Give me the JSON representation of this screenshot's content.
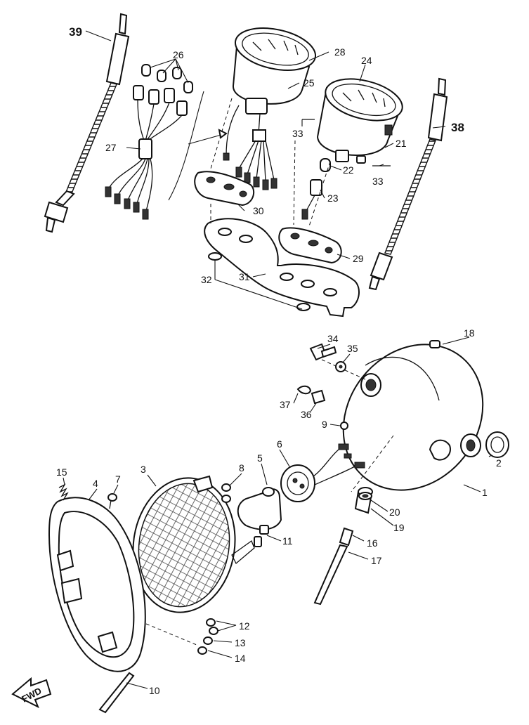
{
  "labels": {
    "p1": "1",
    "p2": "2",
    "p3": "3",
    "p4": "4",
    "p5": "5",
    "p6": "6",
    "p7": "7",
    "p8": "8",
    "p9": "9",
    "p10": "10",
    "p11": "11",
    "p12": "12",
    "p13": "13",
    "p14": "14",
    "p15": "15",
    "p16": "16",
    "p17": "17",
    "p18": "18",
    "p19": "19",
    "p20": "20",
    "p21": "21",
    "p22": "22",
    "p23": "23",
    "p24": "24",
    "p25": "25",
    "p26": "26",
    "p27": "27",
    "p28": "28",
    "p29": "29",
    "p30": "30",
    "p31": "31",
    "p32": "32",
    "p33a": "33",
    "p33b": "33",
    "p34": "34",
    "p35": "35",
    "p36": "36",
    "p37": "37",
    "p38": "38",
    "p39": "39"
  },
  "fwd": "FWD"
}
